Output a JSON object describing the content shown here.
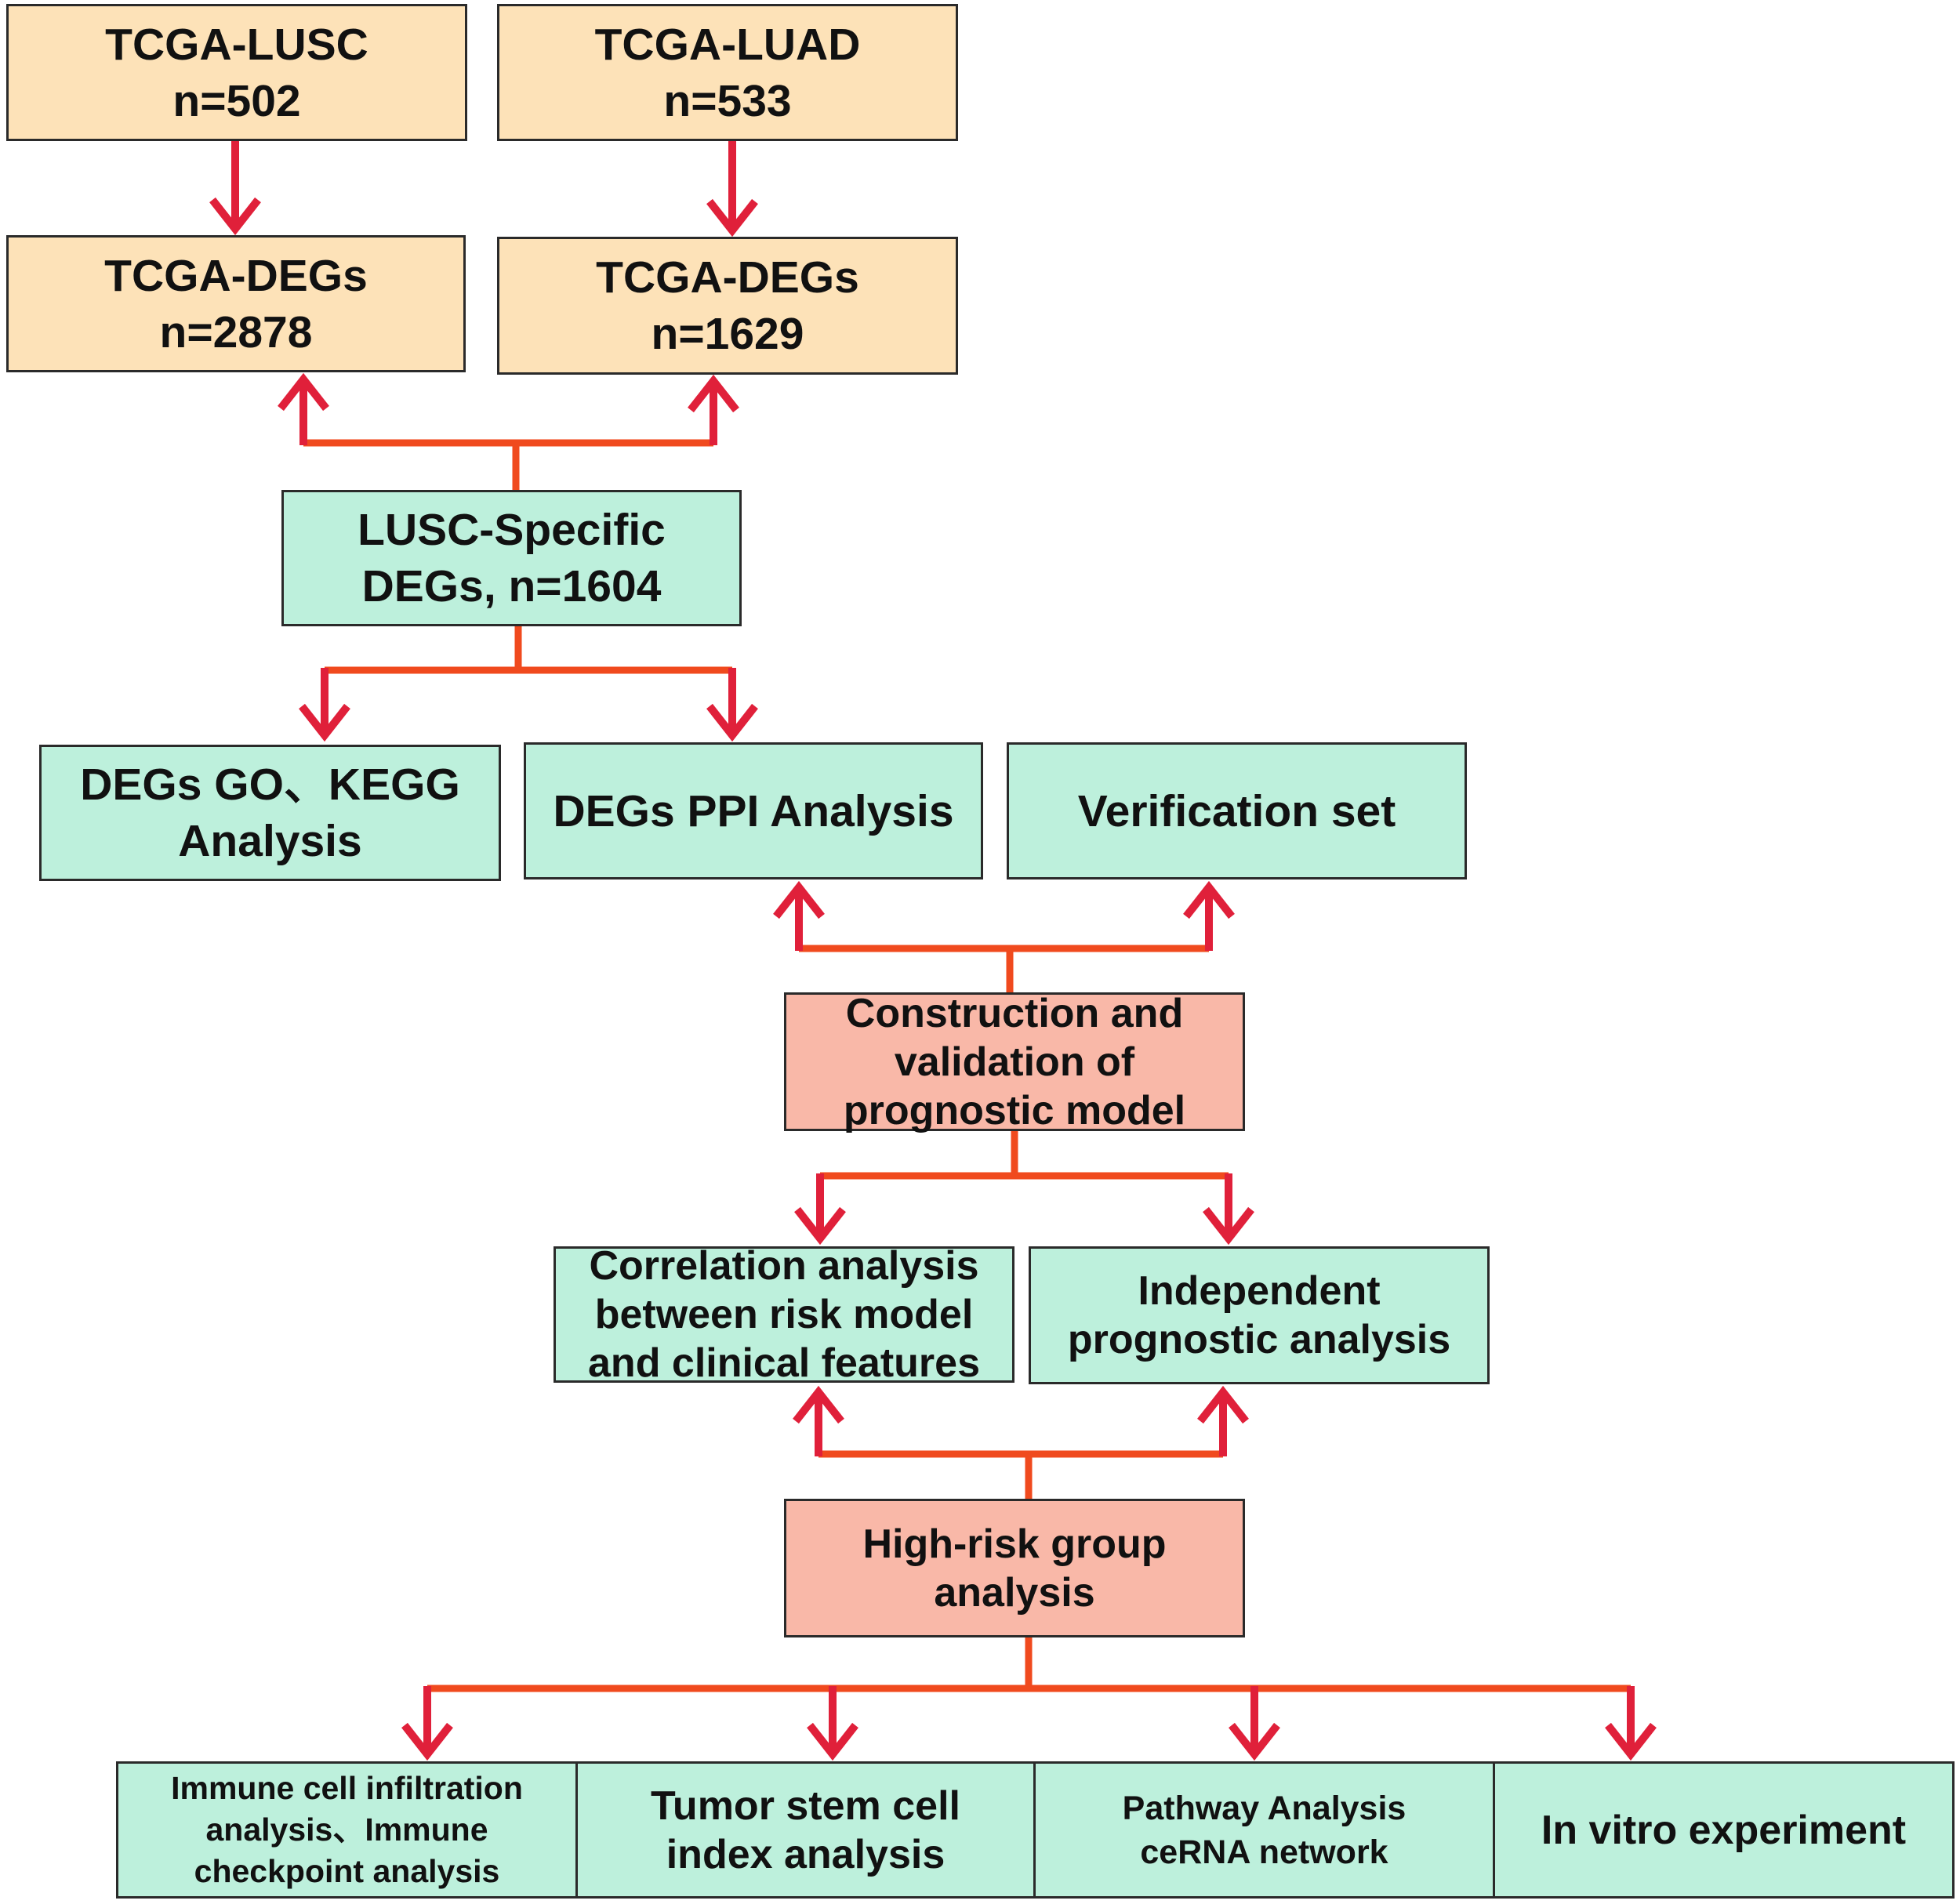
{
  "colors": {
    "peach_fill": "#fde2b8",
    "mint_fill": "#bdf0dc",
    "salmon_fill": "#f9b8a8",
    "connector": "#f04a1e",
    "arrowhead": "#e0203a"
  },
  "boxes": {
    "tcga_lusc": {
      "line1": "TCGA-LUSC",
      "line2": "n=502"
    },
    "tcga_luad": {
      "line1": "TCGA-LUAD",
      "line2": "n=533"
    },
    "degs_lusc": {
      "line1": "TCGA-DEGs",
      "line2": "n=2878"
    },
    "degs_luad": {
      "line1": "TCGA-DEGs",
      "line2": "n=1629"
    },
    "lusc_specific": {
      "line1": "LUSC-Specific",
      "line2": "DEGs, n=1604"
    },
    "go_kegg": {
      "line1": "DEGs GO、KEGG",
      "line2": "Analysis"
    },
    "ppi": {
      "line1": "DEGs PPI Analysis"
    },
    "verification": {
      "line1": "Verification set"
    },
    "prognostic_model": {
      "line1": "Construction and",
      "line2": "validation of",
      "line3": "prognostic model"
    },
    "correlation": {
      "line1": "Correlation analysis",
      "line2": "between risk model",
      "line3": "and clinical features"
    },
    "independent": {
      "line1": "Independent",
      "line2": "prognostic analysis"
    },
    "high_risk": {
      "line1": "High-risk group",
      "line2": "analysis"
    },
    "immune": {
      "line1": "Immune cell infiltration",
      "line2": "analysis、Immune",
      "line3": "checkpoint analysis"
    },
    "tumor_stem": {
      "line1": "Tumor stem cell",
      "line2": "index analysis"
    },
    "pathway": {
      "line1": "Pathway Analysis",
      "line2": "ceRNA network"
    },
    "in_vitro": {
      "line1": "In vitro experiment"
    }
  }
}
